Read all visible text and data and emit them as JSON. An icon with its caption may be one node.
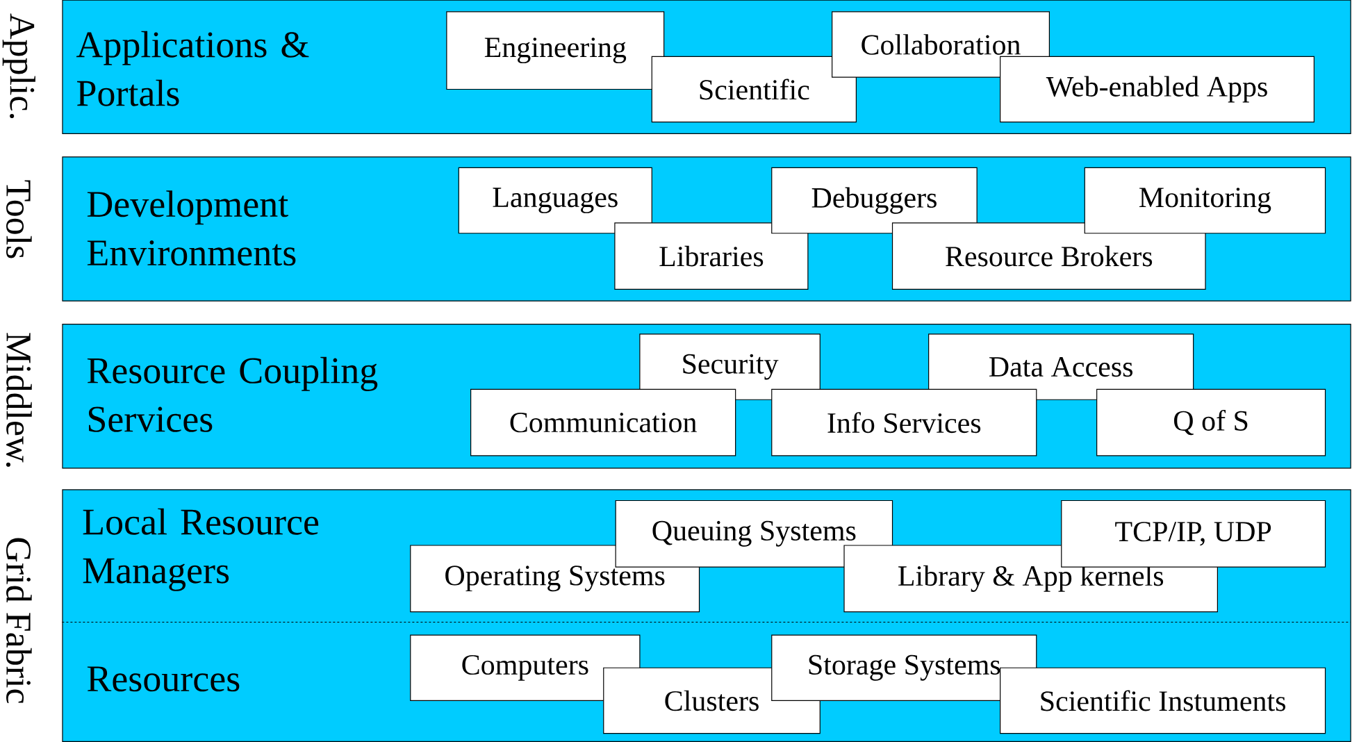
{
  "diagram": {
    "nodes": [
      {
        "text": [
          "Applications & Portals"
        ]
      },
      {
        "text": [
          "Engineering"
        ],
        "in": 0
      },
      {
        "text": [
          "Scientific"
        ],
        "in": 0
      },
      {
        "text": [
          "Collaboration"
        ],
        "in": 0
      },
      {
        "text": [
          "Web-enabled Apps"
        ],
        "in": 0
      },
      {
        "text": [
          "Development Environments"
        ]
      },
      {
        "text": [
          "Languages"
        ],
        "in": 5
      },
      {
        "text": [
          "Libraries"
        ],
        "in": 5
      },
      {
        "text": [
          "Debuggers"
        ],
        "in": 5
      },
      {
        "text": [
          "Resource Brokers"
        ],
        "in": 5
      },
      {
        "text": [
          "Monitoring"
        ],
        "in": 5
      },
      {
        "text": [
          "Resource Coupling Services"
        ]
      },
      {
        "text": [
          "Security"
        ],
        "in": 11
      },
      {
        "text": [
          "Communication"
        ],
        "in": 11
      },
      {
        "text": [
          "Data Access"
        ],
        "in": 11
      },
      {
        "text": [
          "Info Services"
        ],
        "in": 11
      },
      {
        "text": [
          "Q of S"
        ],
        "in": 11
      },
      {
        "text": [
          "Local Resource Managers",
          "Resources"
        ]
      },
      {
        "text": [
          "Queuing Systems"
        ],
        "in": 17
      },
      {
        "text": [
          "Operating Systems"
        ],
        "in": 17
      },
      {
        "text": [
          "TCP/IP, UDP"
        ],
        "in": 17
      },
      {
        "text": [
          "Library & App kernels"
        ],
        "in": 17
      },
      {
        "text": [
          "Computers"
        ],
        "in": 17
      },
      {
        "text": [
          "Clusters"
        ],
        "in": 17
      },
      {
        "text": [
          "Storage Systems"
        ],
        "in": 17
      },
      {
        "text": [
          "Scientific Instuments"
        ],
        "in": 17
      }
    ],
    "labels": [
      "Applic.",
      "Tools",
      "Middlew.",
      "Grid Fabric"
    ]
  }
}
